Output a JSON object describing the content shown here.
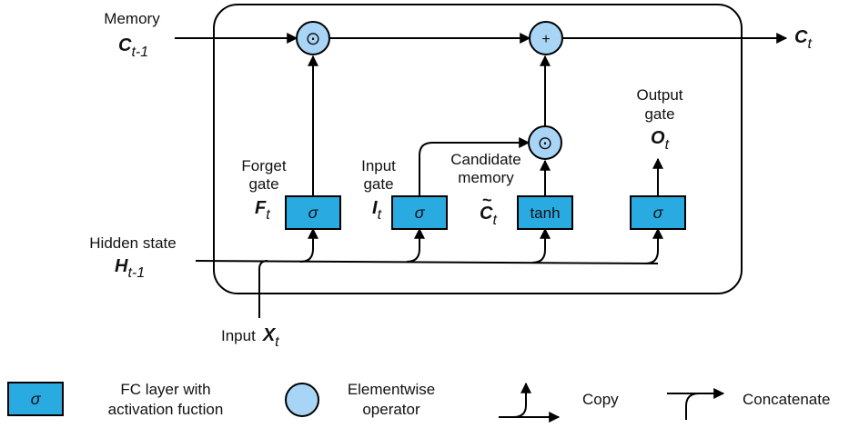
{
  "colors": {
    "box_fill": "#29abe2",
    "circle_fill": "#a8d4f5",
    "stroke": "#000000",
    "text": "#111111"
  },
  "labels": {
    "memory": "Memory",
    "memory_symbol": "C",
    "memory_sub": "t-1",
    "output_memory_symbol": "C",
    "output_memory_sub": "t",
    "hidden_state": "Hidden state",
    "hidden_symbol": "H",
    "hidden_sub": "t-1",
    "input": "Input",
    "input_symbol": "X",
    "input_sub": "t",
    "forget_line1": "Forget",
    "forget_line2": "gate",
    "forget_symbol": "F",
    "forget_sub": "t",
    "input_gate_line1": "Input",
    "input_gate_line2": "gate",
    "input_gate_symbol": "I",
    "input_gate_sub": "t",
    "candidate_line1": "Candidate",
    "candidate_line2": "memory",
    "candidate_symbol": "C",
    "candidate_tilde": "~",
    "candidate_sub": "t",
    "output_line1": "Output",
    "output_line2": "gate",
    "output_symbol": "O",
    "output_sub": "t"
  },
  "boxes": {
    "forget": "σ",
    "input": "σ",
    "candidate": "tanh",
    "output": "σ"
  },
  "operators": {
    "forget_multiply": "⊙",
    "add": "+",
    "input_multiply": "⊙"
  },
  "legend": {
    "fc_symbol": "σ",
    "fc_line1": "FC layer with",
    "fc_line2": "activation fuction",
    "elem_line1": "Elementwise",
    "elem_line2": "operator",
    "copy": "Copy",
    "concatenate": "Concatenate"
  }
}
